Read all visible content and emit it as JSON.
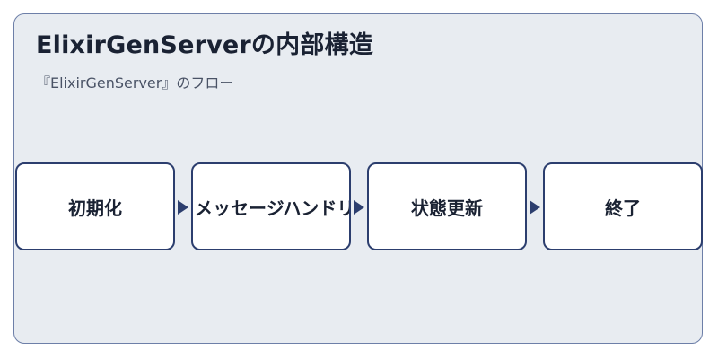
{
  "title": "ElixirGenServerの内部構造",
  "subtitle": "『ElixirGenServer』のフロー",
  "steps": [
    {
      "label": "初期化"
    },
    {
      "label": "メッセージハンドリング"
    },
    {
      "label": "状態更新"
    },
    {
      "label": "終了"
    }
  ],
  "colors": {
    "frame_background": "#e8ecf1",
    "frame_border": "#6d7fa8",
    "box_border": "#2c3e6e",
    "arrow": "#2c3e6e",
    "text": "#1a2233"
  }
}
